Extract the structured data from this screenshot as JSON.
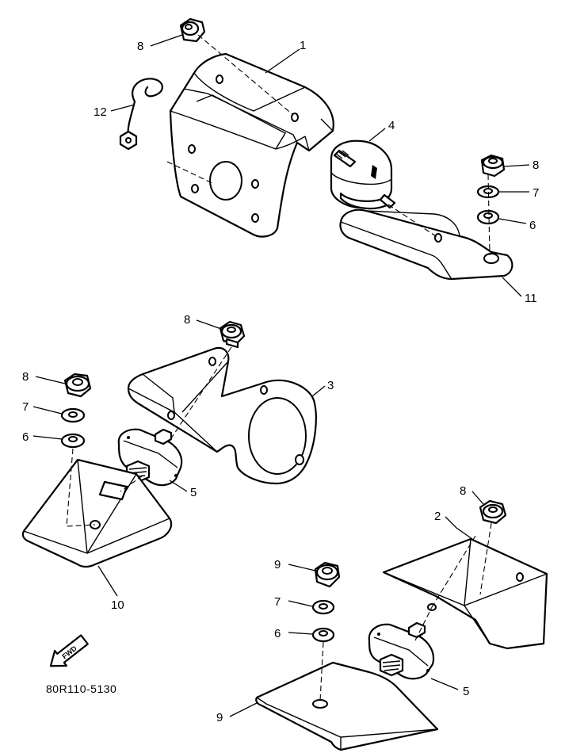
{
  "diagram": {
    "part_labels": [
      {
        "id": "label-1",
        "text": "1"
      },
      {
        "id": "label-2",
        "text": "2"
      },
      {
        "id": "label-3",
        "text": "3"
      },
      {
        "id": "label-4",
        "text": "4"
      },
      {
        "id": "label-5a",
        "text": "5"
      },
      {
        "id": "label-5b",
        "text": "5"
      },
      {
        "id": "label-6a",
        "text": "6"
      },
      {
        "id": "label-6b",
        "text": "6"
      },
      {
        "id": "label-6c",
        "text": "6"
      },
      {
        "id": "label-7a",
        "text": "7"
      },
      {
        "id": "label-7b",
        "text": "7"
      },
      {
        "id": "label-7c",
        "text": "7"
      },
      {
        "id": "label-8a",
        "text": "8"
      },
      {
        "id": "label-8b",
        "text": "8"
      },
      {
        "id": "label-8c",
        "text": "8"
      },
      {
        "id": "label-8d",
        "text": "8"
      },
      {
        "id": "label-8e",
        "text": "8"
      },
      {
        "id": "label-9",
        "text": "9"
      },
      {
        "id": "label-10",
        "text": "10"
      },
      {
        "id": "label-11",
        "text": "11"
      },
      {
        "id": "label-12",
        "text": "12"
      }
    ],
    "drawing_code": "80R110-5130",
    "fwd_marker": "FWD"
  }
}
